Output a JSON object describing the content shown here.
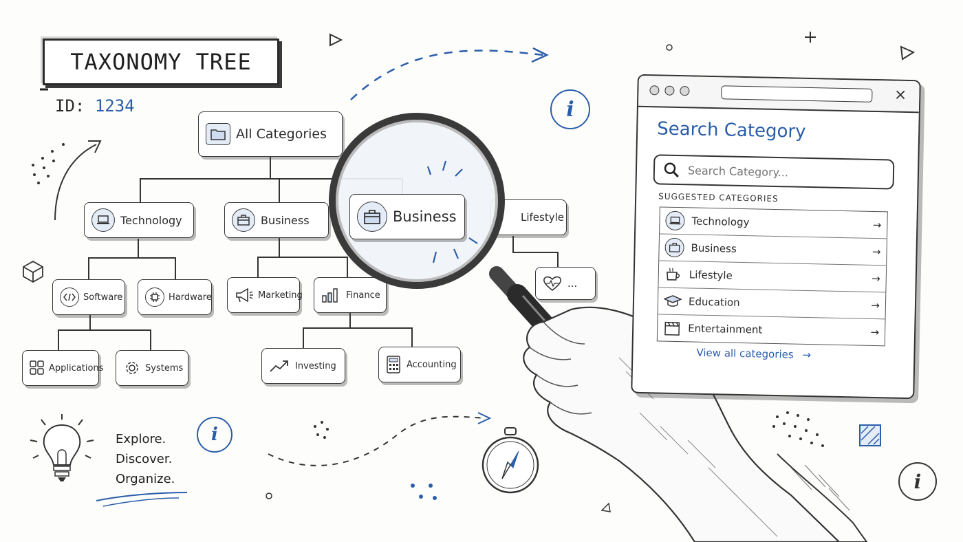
{
  "header": {
    "title": "TAXONOMY TREE",
    "id_label": "ID:",
    "id_value": "1234"
  },
  "tree": {
    "root": "All Categories",
    "level1": {
      "technology": "Technology",
      "business": "Business",
      "lifestyle": "Lifestyle"
    },
    "tech_children": {
      "software": "Software",
      "hardware": "Hardware"
    },
    "software_children": {
      "applications": "Applications",
      "systems": "Systems"
    },
    "business_children": {
      "marketing": "Marketing",
      "finance": "Finance"
    },
    "finance_children": {
      "investing": "Investing",
      "accounting": "Accounting"
    },
    "lifestyle_child": "..."
  },
  "magnifier": {
    "label": "Business"
  },
  "search_panel": {
    "title": "Search Category",
    "placeholder": "Search Category...",
    "suggested_label": "SUGGESTED CATEGORIES",
    "items": [
      {
        "label": "Technology",
        "icon": "laptop-icon"
      },
      {
        "label": "Business",
        "icon": "briefcase-icon"
      },
      {
        "label": "Lifestyle",
        "icon": "coffee-cup-icon"
      },
      {
        "label": "Education",
        "icon": "graduation-cap-icon"
      },
      {
        "label": "Entertainment",
        "icon": "clapperboard-icon"
      }
    ],
    "view_all": "View all categories",
    "arrow": "→"
  },
  "tagline": {
    "line1": "Explore.",
    "line2": "Discover.",
    "line3": "Organize."
  },
  "info_glyph": "i",
  "colors": {
    "accent": "#2a5da8",
    "ink": "#2b2b2b",
    "fill": "#e4ecf7"
  }
}
